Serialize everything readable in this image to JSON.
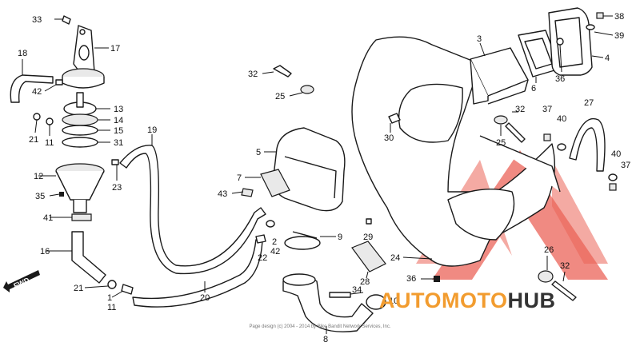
{
  "diagram": {
    "callouts": [
      {
        "id": "c33",
        "text": "33"
      },
      {
        "id": "c17",
        "text": "17"
      },
      {
        "id": "c18",
        "text": "18"
      },
      {
        "id": "c42a",
        "text": "42"
      },
      {
        "id": "c13",
        "text": "13"
      },
      {
        "id": "c14",
        "text": "14"
      },
      {
        "id": "c15",
        "text": "15"
      },
      {
        "id": "c31",
        "text": "31"
      },
      {
        "id": "c21a",
        "text": "21"
      },
      {
        "id": "c11a",
        "text": "11"
      },
      {
        "id": "c12",
        "text": "12"
      },
      {
        "id": "c23",
        "text": "23"
      },
      {
        "id": "c19",
        "text": "19"
      },
      {
        "id": "c35",
        "text": "35"
      },
      {
        "id": "c41",
        "text": "41"
      },
      {
        "id": "c16",
        "text": "16"
      },
      {
        "id": "c21b",
        "text": "21"
      },
      {
        "id": "c1",
        "text": "1"
      },
      {
        "id": "c11b",
        "text": "11"
      },
      {
        "id": "c20",
        "text": "20"
      },
      {
        "id": "c43",
        "text": "43"
      },
      {
        "id": "c2",
        "text": "2"
      },
      {
        "id": "c22",
        "text": "22"
      },
      {
        "id": "c42b",
        "text": "42"
      },
      {
        "id": "c32a",
        "text": "32"
      },
      {
        "id": "c25a",
        "text": "25"
      },
      {
        "id": "c5",
        "text": "5"
      },
      {
        "id": "c7",
        "text": "7"
      },
      {
        "id": "c9",
        "text": "9"
      },
      {
        "id": "c29",
        "text": "29"
      },
      {
        "id": "c24",
        "text": "24"
      },
      {
        "id": "c28",
        "text": "28"
      },
      {
        "id": "c34",
        "text": "34"
      },
      {
        "id": "c10",
        "text": "10"
      },
      {
        "id": "c8",
        "text": "8"
      },
      {
        "id": "c30",
        "text": "30"
      },
      {
        "id": "c3",
        "text": "3"
      },
      {
        "id": "c6",
        "text": "6"
      },
      {
        "id": "c36a",
        "text": "36"
      },
      {
        "id": "c38",
        "text": "38"
      },
      {
        "id": "c39",
        "text": "39"
      },
      {
        "id": "c4",
        "text": "4"
      },
      {
        "id": "c32b",
        "text": "32"
      },
      {
        "id": "c25b",
        "text": "25"
      },
      {
        "id": "c37a",
        "text": "37"
      },
      {
        "id": "c40a",
        "text": "40"
      },
      {
        "id": "c27",
        "text": "27"
      },
      {
        "id": "c40b",
        "text": "40"
      },
      {
        "id": "c37b",
        "text": "37"
      },
      {
        "id": "c26",
        "text": "26"
      },
      {
        "id": "c32c",
        "text": "32"
      },
      {
        "id": "c36b",
        "text": "36"
      }
    ],
    "fwd_label": "FWD",
    "copyright": "Page design (c) 2004 - 2014 by Bike Bandit Network Services, Inc."
  },
  "watermark": {
    "text_auto": "AUTO",
    "text_moto": "MOTO",
    "text_hub": "HUB",
    "color_red": "#e8483b",
    "color_orange": "#f29c2f",
    "color_dark": "#333333"
  }
}
